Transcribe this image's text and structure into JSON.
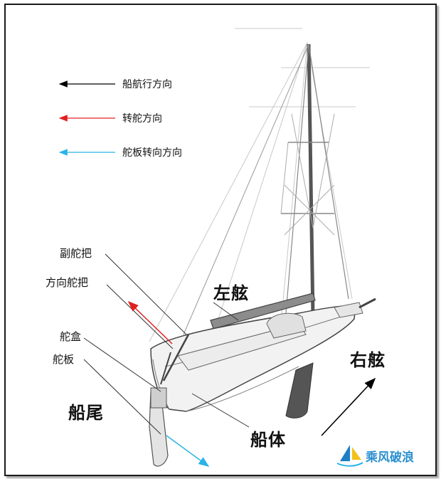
{
  "legend": [
    {
      "text": "船航行方向",
      "color": "#000000"
    },
    {
      "text": "转舵方向",
      "color": "#e02020"
    },
    {
      "text": "舵板转向方向",
      "color": "#2bb3e6"
    }
  ],
  "labels": {
    "secondary_tiller": "副舵把",
    "direction_tiller": "方向舵把",
    "rudder_box": "舵盒",
    "rudder_blade": "舵板",
    "stern": "船尾",
    "port": "左舷",
    "starboard": "右舷",
    "hull": "船体"
  },
  "logo": {
    "text": "乘风破浪",
    "icon": "sailboat-logo-icon",
    "color": "#2a8fd0"
  }
}
